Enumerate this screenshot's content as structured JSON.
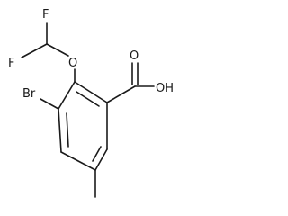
{
  "molecule": {
    "atoms": {
      "fluorine_top": "F",
      "fluorine_left": "F",
      "oxygen_ether": "O",
      "bromine": "Br",
      "carbonyl_oxygen": "O",
      "hydroxyl": "OH"
    }
  }
}
